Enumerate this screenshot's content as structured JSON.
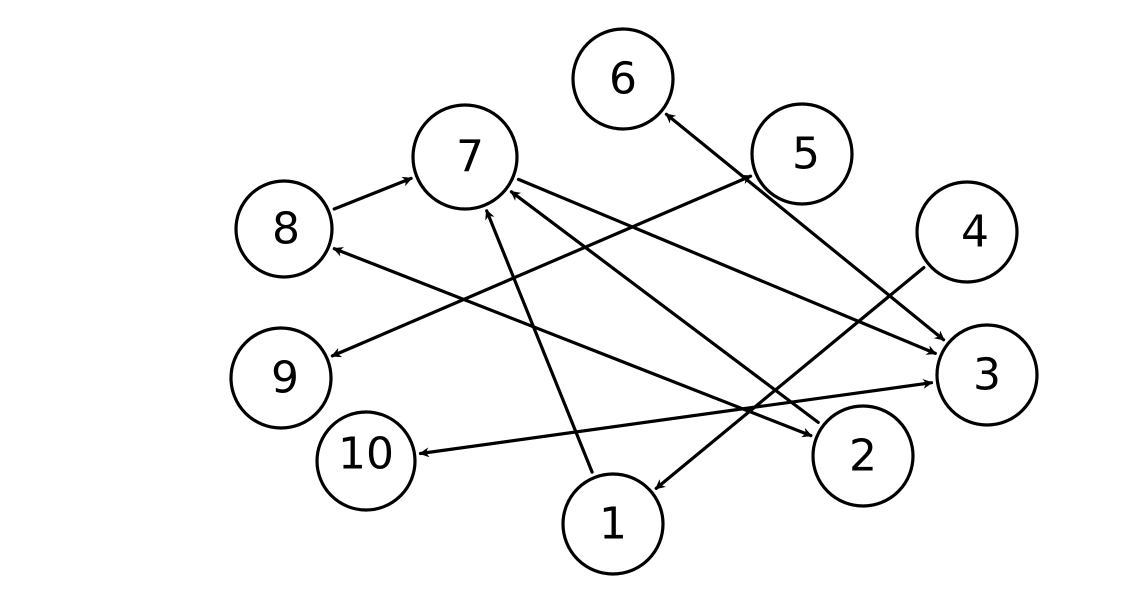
{
  "nodes": [
    {
      "id": "1",
      "label": "1"
    },
    {
      "id": "2",
      "label": "2"
    },
    {
      "id": "3",
      "label": "3"
    },
    {
      "id": "4",
      "label": "4"
    },
    {
      "id": "5",
      "label": "5"
    },
    {
      "id": "6",
      "label": "6"
    },
    {
      "id": "7",
      "label": "7"
    },
    {
      "id": "8",
      "label": "8"
    },
    {
      "id": "9",
      "label": "9"
    },
    {
      "id": "10",
      "label": "10"
    }
  ],
  "edges": [
    {
      "from": "8",
      "to": "7",
      "bidirectional": false
    },
    {
      "from": "1",
      "to": "7",
      "bidirectional": false
    },
    {
      "from": "2",
      "to": "7",
      "bidirectional": false
    },
    {
      "from": "7",
      "to": "3",
      "bidirectional": false
    },
    {
      "from": "3",
      "to": "6",
      "bidirectional": true
    },
    {
      "from": "9",
      "to": "5",
      "bidirectional": true
    },
    {
      "from": "4",
      "to": "1",
      "bidirectional": false
    },
    {
      "from": "2",
      "to": "8",
      "bidirectional": true
    },
    {
      "from": "10",
      "to": "3",
      "bidirectional": true
    }
  ],
  "colors": {
    "stroke": "#000000",
    "fill": "#ffffff"
  }
}
